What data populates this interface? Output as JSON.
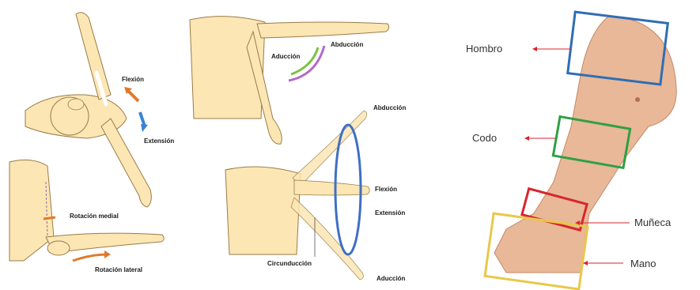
{
  "left_figure": {
    "labels": {
      "flexion": "Flexión",
      "extension": "Extensión",
      "rotacion_medial": "Rotación medial",
      "rotacion_lateral": "Rotación lateral",
      "aduccion": "Aducción",
      "abduccion": "Abducción",
      "abduccion_2": "Abducción",
      "flexion_2": "Flexión",
      "extension_2": "Extensión",
      "circunduccion": "Circunducción",
      "aduccion_2": "Aducción"
    },
    "colors": {
      "skin": "#fbe6b4",
      "outline": "#9a7c48",
      "arrow_orange": "#e07a2b",
      "arrow_blue": "#3b82d6",
      "arrow_green": "#7ac142",
      "arrow_purple": "#b46ac8",
      "circle_blue": "#3f6fc4"
    }
  },
  "right_figure": {
    "labels": {
      "hombro": "Hombro",
      "codo": "Codo",
      "muneca": "Muñeca",
      "mano": "Mano"
    },
    "colors": {
      "skin": "#e8b898",
      "box_hombro": "#2f6db5",
      "box_codo": "#2ea043",
      "box_muneca": "#d8262e",
      "box_mano": "#e8c84a",
      "pointer": "#d8262e"
    }
  }
}
